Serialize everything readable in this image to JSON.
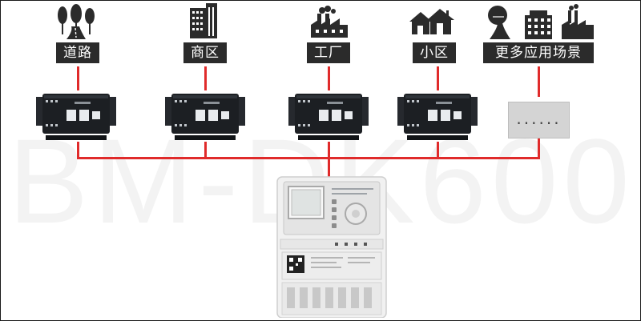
{
  "diagram": {
    "watermark": "BM-DK600",
    "scenes": [
      {
        "label": "道路",
        "icon": "road-trees-icon"
      },
      {
        "label": "商区",
        "icon": "office-building-icon"
      },
      {
        "label": "工厂",
        "icon": "factory-icon"
      },
      {
        "label": "小区",
        "icon": "houses-icon"
      },
      {
        "label": "更多应用场景",
        "icon": "city-skyline-icon"
      }
    ],
    "placeholder_text": "......",
    "colors": {
      "connector": "#e02b2b",
      "label_bg": "#2b2b2b",
      "device": "#1c1f23"
    }
  }
}
